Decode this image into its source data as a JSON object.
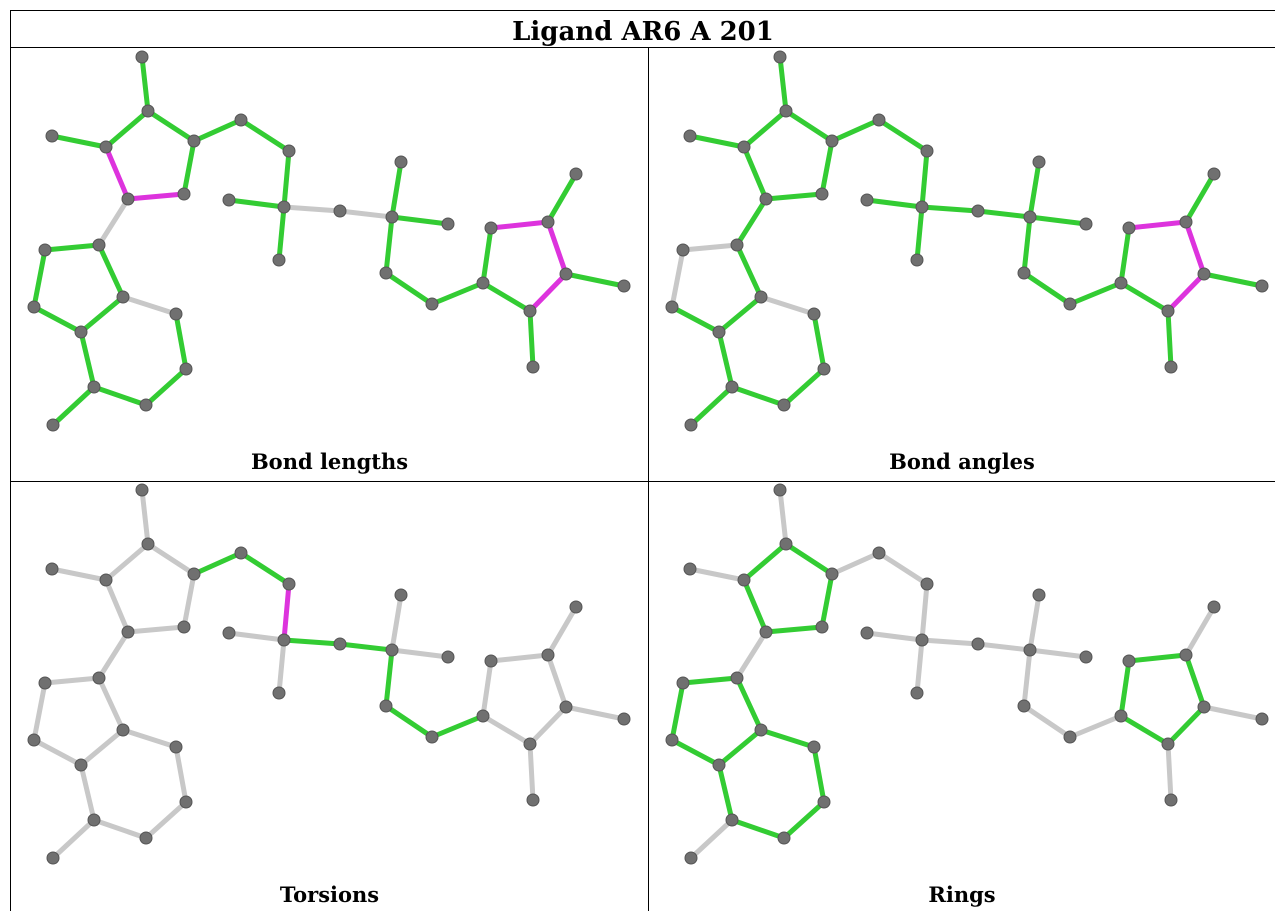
{
  "title": "Ligand AR6 A 201",
  "panels": [
    {
      "caption": "Bond lengths"
    },
    {
      "caption": "Bond angles"
    },
    {
      "caption": "Torsions"
    },
    {
      "caption": "Rings"
    }
  ],
  "colors": {
    "ok_bond": "#33cc33",
    "outlier_bond": "#dd33dd",
    "unassessed_bond": "#c8c8c8",
    "atom": "#707070"
  }
}
